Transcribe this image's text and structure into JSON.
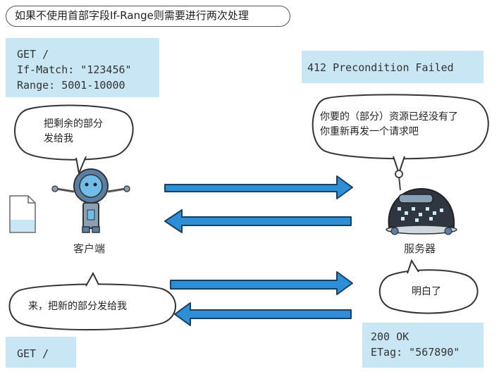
{
  "title": "如果不使用首部字段If-Range则需要进行两次处理",
  "request1": {
    "lines": [
      "GET /",
      "If-Match: \"123456\"",
      "Range: 5001-10000"
    ]
  },
  "response1": {
    "line": "412 Precondition Failed"
  },
  "client_bubble1": {
    "lines": [
      "把剩余的部分",
      "发给我"
    ]
  },
  "server_bubble1": {
    "lines": [
      "你要的（部分）资源已经没有了",
      "你重新再发一个请求吧"
    ]
  },
  "client_label": "客户端",
  "server_label": "服务器",
  "client_bubble2": {
    "text": "来，把新的部分发给我"
  },
  "server_bubble2": {
    "text": "明白了"
  },
  "request2": {
    "line": "GET /"
  },
  "response2": {
    "lines": [
      "200 OK",
      "ETag: \"567890\""
    ]
  },
  "colors": {
    "box_fill": "#c9e6f4",
    "arrow_fill": "#2d8fd6",
    "arrow_stroke": "#1a3f66"
  }
}
